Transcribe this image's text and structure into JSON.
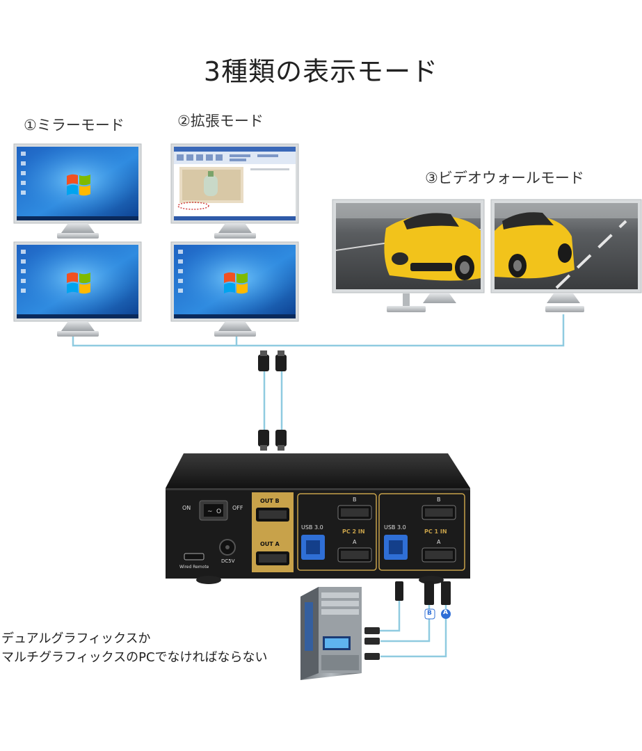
{
  "title": "3種類の表示モード",
  "modes": {
    "mirror": "①ミラーモード",
    "extend": "②拡張モード",
    "videowall": "③ビデオウォールモード"
  },
  "kvm": {
    "switch_on": "ON",
    "switch_off": "OFF",
    "dc_label": "DC5V",
    "wired_remote": "Wired Remote",
    "out_b": "OUT B",
    "out_a": "OUT A",
    "usb_label": "USB 3.0",
    "pc2_label": "PC 2 IN",
    "pc1_label": "PC 1 IN",
    "port_b": "B",
    "port_a": "A"
  },
  "cable_tags": {
    "b": "B",
    "a": "A"
  },
  "note": {
    "line1": "デュアルグラフィックスか",
    "line2": "マルチグラフィックスのPCでなければならない"
  },
  "colors": {
    "cable": "#8fcbe0",
    "kvm_body": "#1b1b1b",
    "gold": "#c8a24a",
    "usb_blue": "#2f6fd6"
  }
}
